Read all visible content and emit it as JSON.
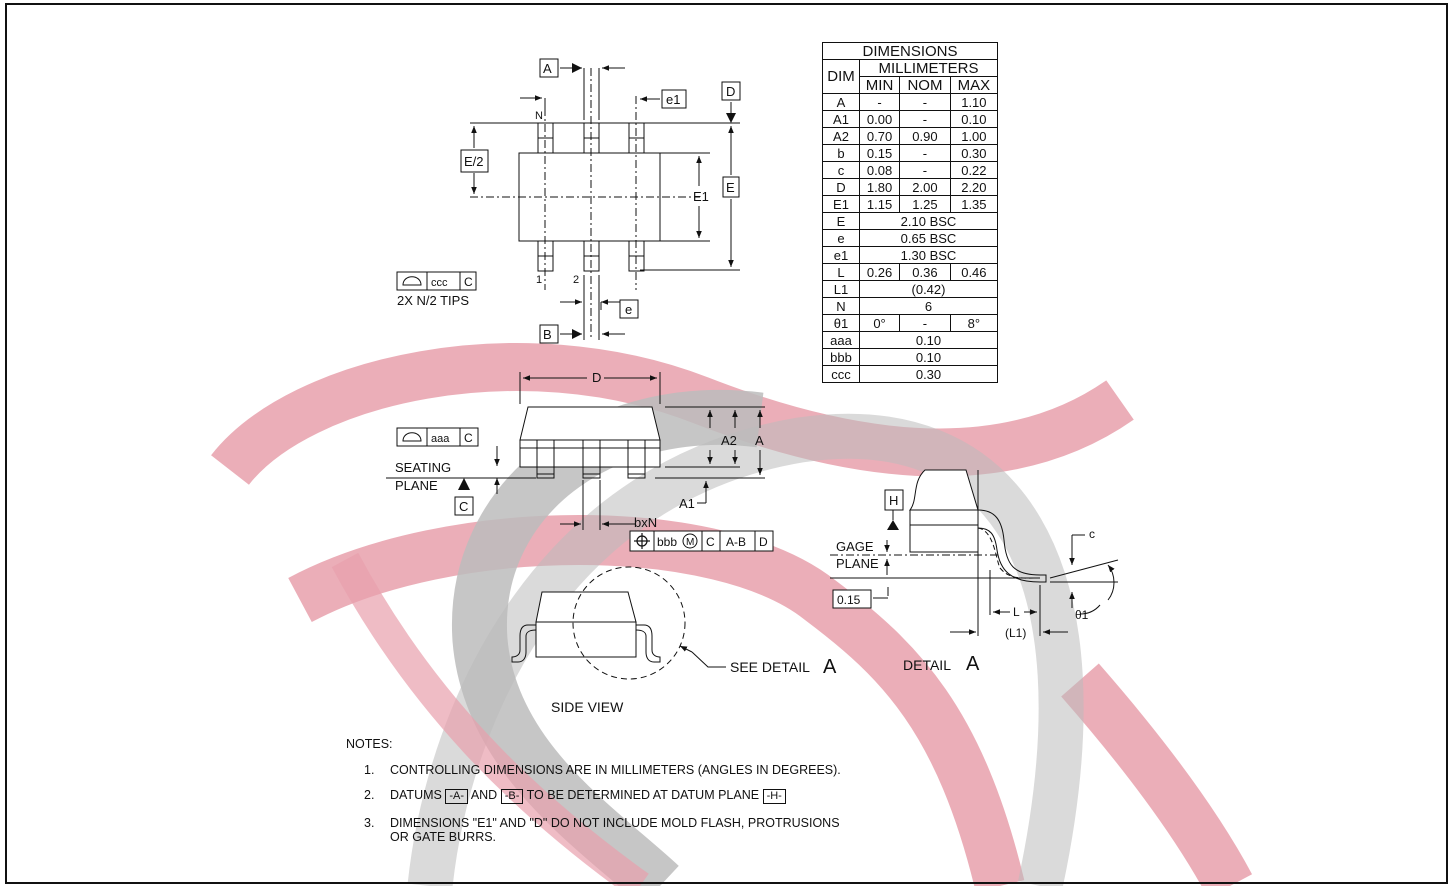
{
  "datums": {
    "a": "A",
    "b": "B",
    "c": "C",
    "d": "D",
    "h": "H"
  },
  "labels": {
    "n": "N",
    "pin1": "1",
    "pin2": "2",
    "e1_pitch": "e1",
    "e_pitch": "e",
    "e_half": "E/2",
    "e1_body": "E1",
    "e_total": "E",
    "tips": "2X N/2 TIPS",
    "d_len": "D",
    "a2": "A2",
    "a": "A",
    "a1": "A1",
    "seating": "SEATING",
    "plane": "PLANE",
    "bxn": "bxN",
    "see_detail": "SEE DETAIL",
    "see_detail_letter": "A",
    "side_view": "SIDE VIEW",
    "detail": "DETAIL",
    "detail_letter": "A",
    "gage": "GAGE",
    "gage_plane": "PLANE",
    "gage_value": "0.15",
    "c_lead": "c",
    "l_lead": "L",
    "l1_lead": "(L1)",
    "theta": "θ1"
  },
  "control_frames": {
    "ccc": [
      "ccc",
      "C"
    ],
    "aaa": [
      "aaa",
      "C"
    ],
    "bbb": [
      "bbb",
      "M",
      "C",
      "A-B",
      "D"
    ]
  },
  "dimensions_table": {
    "title": "DIMENSIONS",
    "col_dim": "DIM",
    "unit": "MILLIMETERS",
    "headers": [
      "MIN",
      "NOM",
      "MAX"
    ],
    "rows": [
      {
        "dim": "A",
        "vals": [
          "-",
          "-",
          "1.10"
        ]
      },
      {
        "dim": "A1",
        "vals": [
          "0.00",
          "-",
          "0.10"
        ]
      },
      {
        "dim": "A2",
        "vals": [
          "0.70",
          "0.90",
          "1.00"
        ]
      },
      {
        "dim": "b",
        "vals": [
          "0.15",
          "-",
          "0.30"
        ]
      },
      {
        "dim": "c",
        "vals": [
          "0.08",
          "-",
          "0.22"
        ]
      },
      {
        "dim": "D",
        "vals": [
          "1.80",
          "2.00",
          "2.20"
        ]
      },
      {
        "dim": "E1",
        "vals": [
          "1.15",
          "1.25",
          "1.35"
        ]
      },
      {
        "dim": "E",
        "span": "2.10 BSC"
      },
      {
        "dim": "e",
        "span": "0.65 BSC"
      },
      {
        "dim": "e1",
        "span": "1.30 BSC"
      },
      {
        "dim": "L",
        "vals": [
          "0.26",
          "0.36",
          "0.46"
        ]
      },
      {
        "dim": "L1",
        "span": "(0.42)"
      },
      {
        "dim": "N",
        "span": "6"
      },
      {
        "dim": "θ1",
        "vals": [
          "0°",
          "-",
          "8°"
        ]
      },
      {
        "dim": "aaa",
        "span": "0.10"
      },
      {
        "dim": "bbb",
        "span": "0.10"
      },
      {
        "dim": "ccc",
        "span": "0.30"
      }
    ]
  },
  "notes": {
    "title": "NOTES:",
    "items": [
      {
        "num": "1.",
        "text": "CONTROLLING DIMENSIONS ARE IN MILLIMETERS (ANGLES IN DEGREES)."
      },
      {
        "num": "2.",
        "t1": "DATUMS",
        "d1": "-A-",
        "t2": "AND",
        "d2": "-B-",
        "t3": "TO BE DETERMINED AT DATUM PLANE",
        "d3": "-H-"
      },
      {
        "num": "3.",
        "text": "DIMENSIONS \"E1\" AND \"D\" DO NOT INCLUDE MOLD FLASH, PROTRUSIONS",
        "text2": "OR GATE BURRS."
      }
    ]
  },
  "colors": {
    "watermark_red": "#e8a0ac",
    "watermark_gray": "#bcbcbc",
    "line": "#111111"
  }
}
